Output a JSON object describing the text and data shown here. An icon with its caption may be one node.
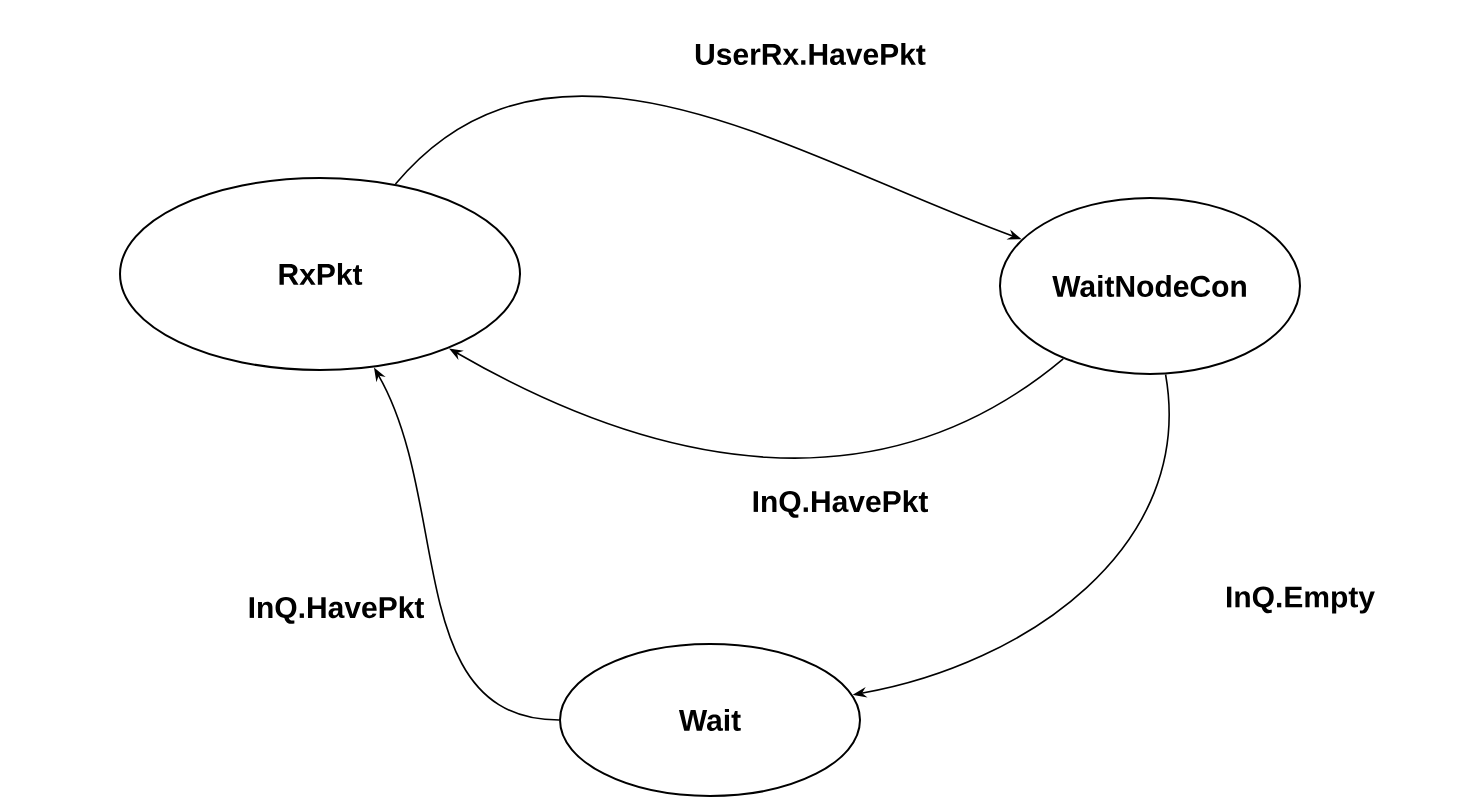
{
  "diagram": {
    "nodes": [
      {
        "text": [
          "RxPkt"
        ]
      },
      {
        "text": [
          "WaitNodeCon"
        ]
      },
      {
        "text": [
          "Wait"
        ]
      }
    ],
    "edges": [
      {
        "from": 0,
        "to": 1,
        "arrow": "to",
        "label": "UserRx.HavePkt"
      },
      {
        "from": 1,
        "to": 0,
        "arrow": "to",
        "label": "InQ.HavePkt"
      },
      {
        "from": 1,
        "to": 2,
        "arrow": "to",
        "label": "InQ.Empty"
      },
      {
        "from": 2,
        "to": 0,
        "arrow": "to",
        "label": "InQ.HavePkt"
      }
    ]
  }
}
